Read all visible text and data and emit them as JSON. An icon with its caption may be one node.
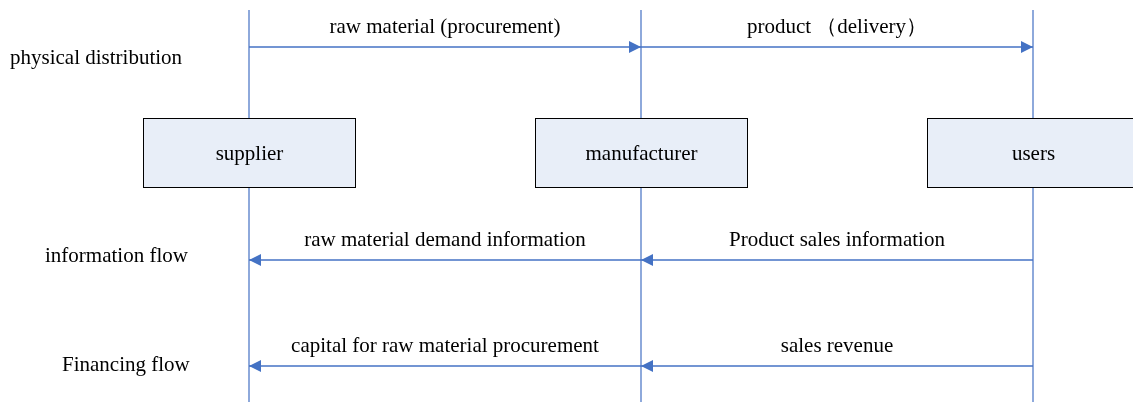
{
  "diagram": {
    "nodes": [
      {
        "text": [
          "supplier"
        ]
      },
      {
        "text": [
          "manufacturer"
        ]
      },
      {
        "text": [
          "users"
        ]
      }
    ],
    "edges": [
      {
        "from": 0,
        "to": 1,
        "arrow": "to",
        "label": "raw material (procurement)"
      },
      {
        "from": 1,
        "to": 2,
        "arrow": "to",
        "label": "product （delivery）"
      },
      {
        "from": 1,
        "to": 0,
        "arrow": "to",
        "label": "raw material demand information"
      },
      {
        "from": 2,
        "to": 1,
        "arrow": "to",
        "label": "Product sales information"
      },
      {
        "from": 1,
        "to": 0,
        "arrow": "to",
        "label": "capital for raw material procurement"
      },
      {
        "from": 2,
        "to": 1,
        "arrow": "to",
        "label": "sales revenue"
      }
    ],
    "labels": [
      "physical distribution",
      "information flow",
      "Financing flow"
    ]
  }
}
